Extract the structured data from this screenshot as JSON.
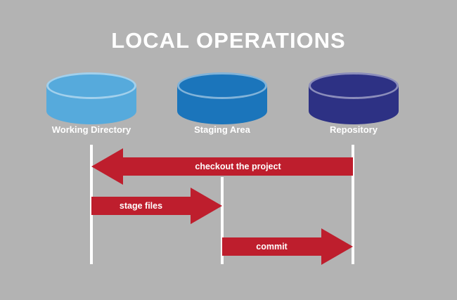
{
  "title": "LOCAL OPERATIONS",
  "colors": {
    "background": "#b3b3b3",
    "arrow": "#be1e2d",
    "working_directory": "#56aadc",
    "staging_area": "#1b75bb",
    "repository": "#2d3184",
    "line": "#ffffff"
  },
  "nodes": [
    {
      "label": "Working Directory"
    },
    {
      "label": "Staging Area"
    },
    {
      "label": "Repository"
    }
  ],
  "arrows": [
    {
      "label": "checkout the project",
      "from": "Repository",
      "to": "Working Directory",
      "direction": "left"
    },
    {
      "label": "stage files",
      "from": "Working Directory",
      "to": "Staging Area",
      "direction": "right"
    },
    {
      "label": "commit",
      "from": "Staging Area",
      "to": "Repository",
      "direction": "right"
    }
  ]
}
